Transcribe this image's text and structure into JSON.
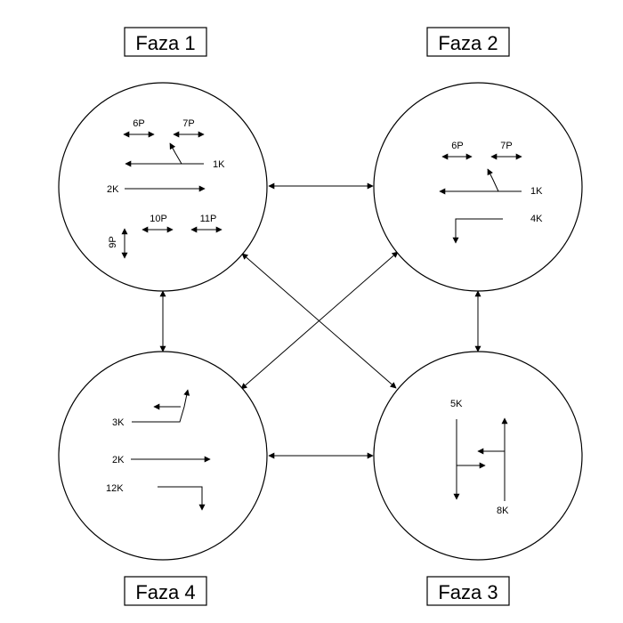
{
  "phases": {
    "faza1": "Faza 1",
    "faza2": "Faza 2",
    "faza3": "Faza 3",
    "faza4": "Faza 4"
  },
  "faza1_labels": {
    "p6": "6P",
    "p7": "7P",
    "k1": "1K",
    "k2": "2K",
    "p10": "10P",
    "p11": "11P",
    "p9": "9P"
  },
  "faza2_labels": {
    "p6": "6P",
    "p7": "7P",
    "k1": "1K",
    "k4": "4K"
  },
  "faza3_labels": {
    "k5": "5K",
    "k8": "8K"
  },
  "faza4_labels": {
    "k3": "3K",
    "k2": "2K",
    "k12": "12K"
  }
}
